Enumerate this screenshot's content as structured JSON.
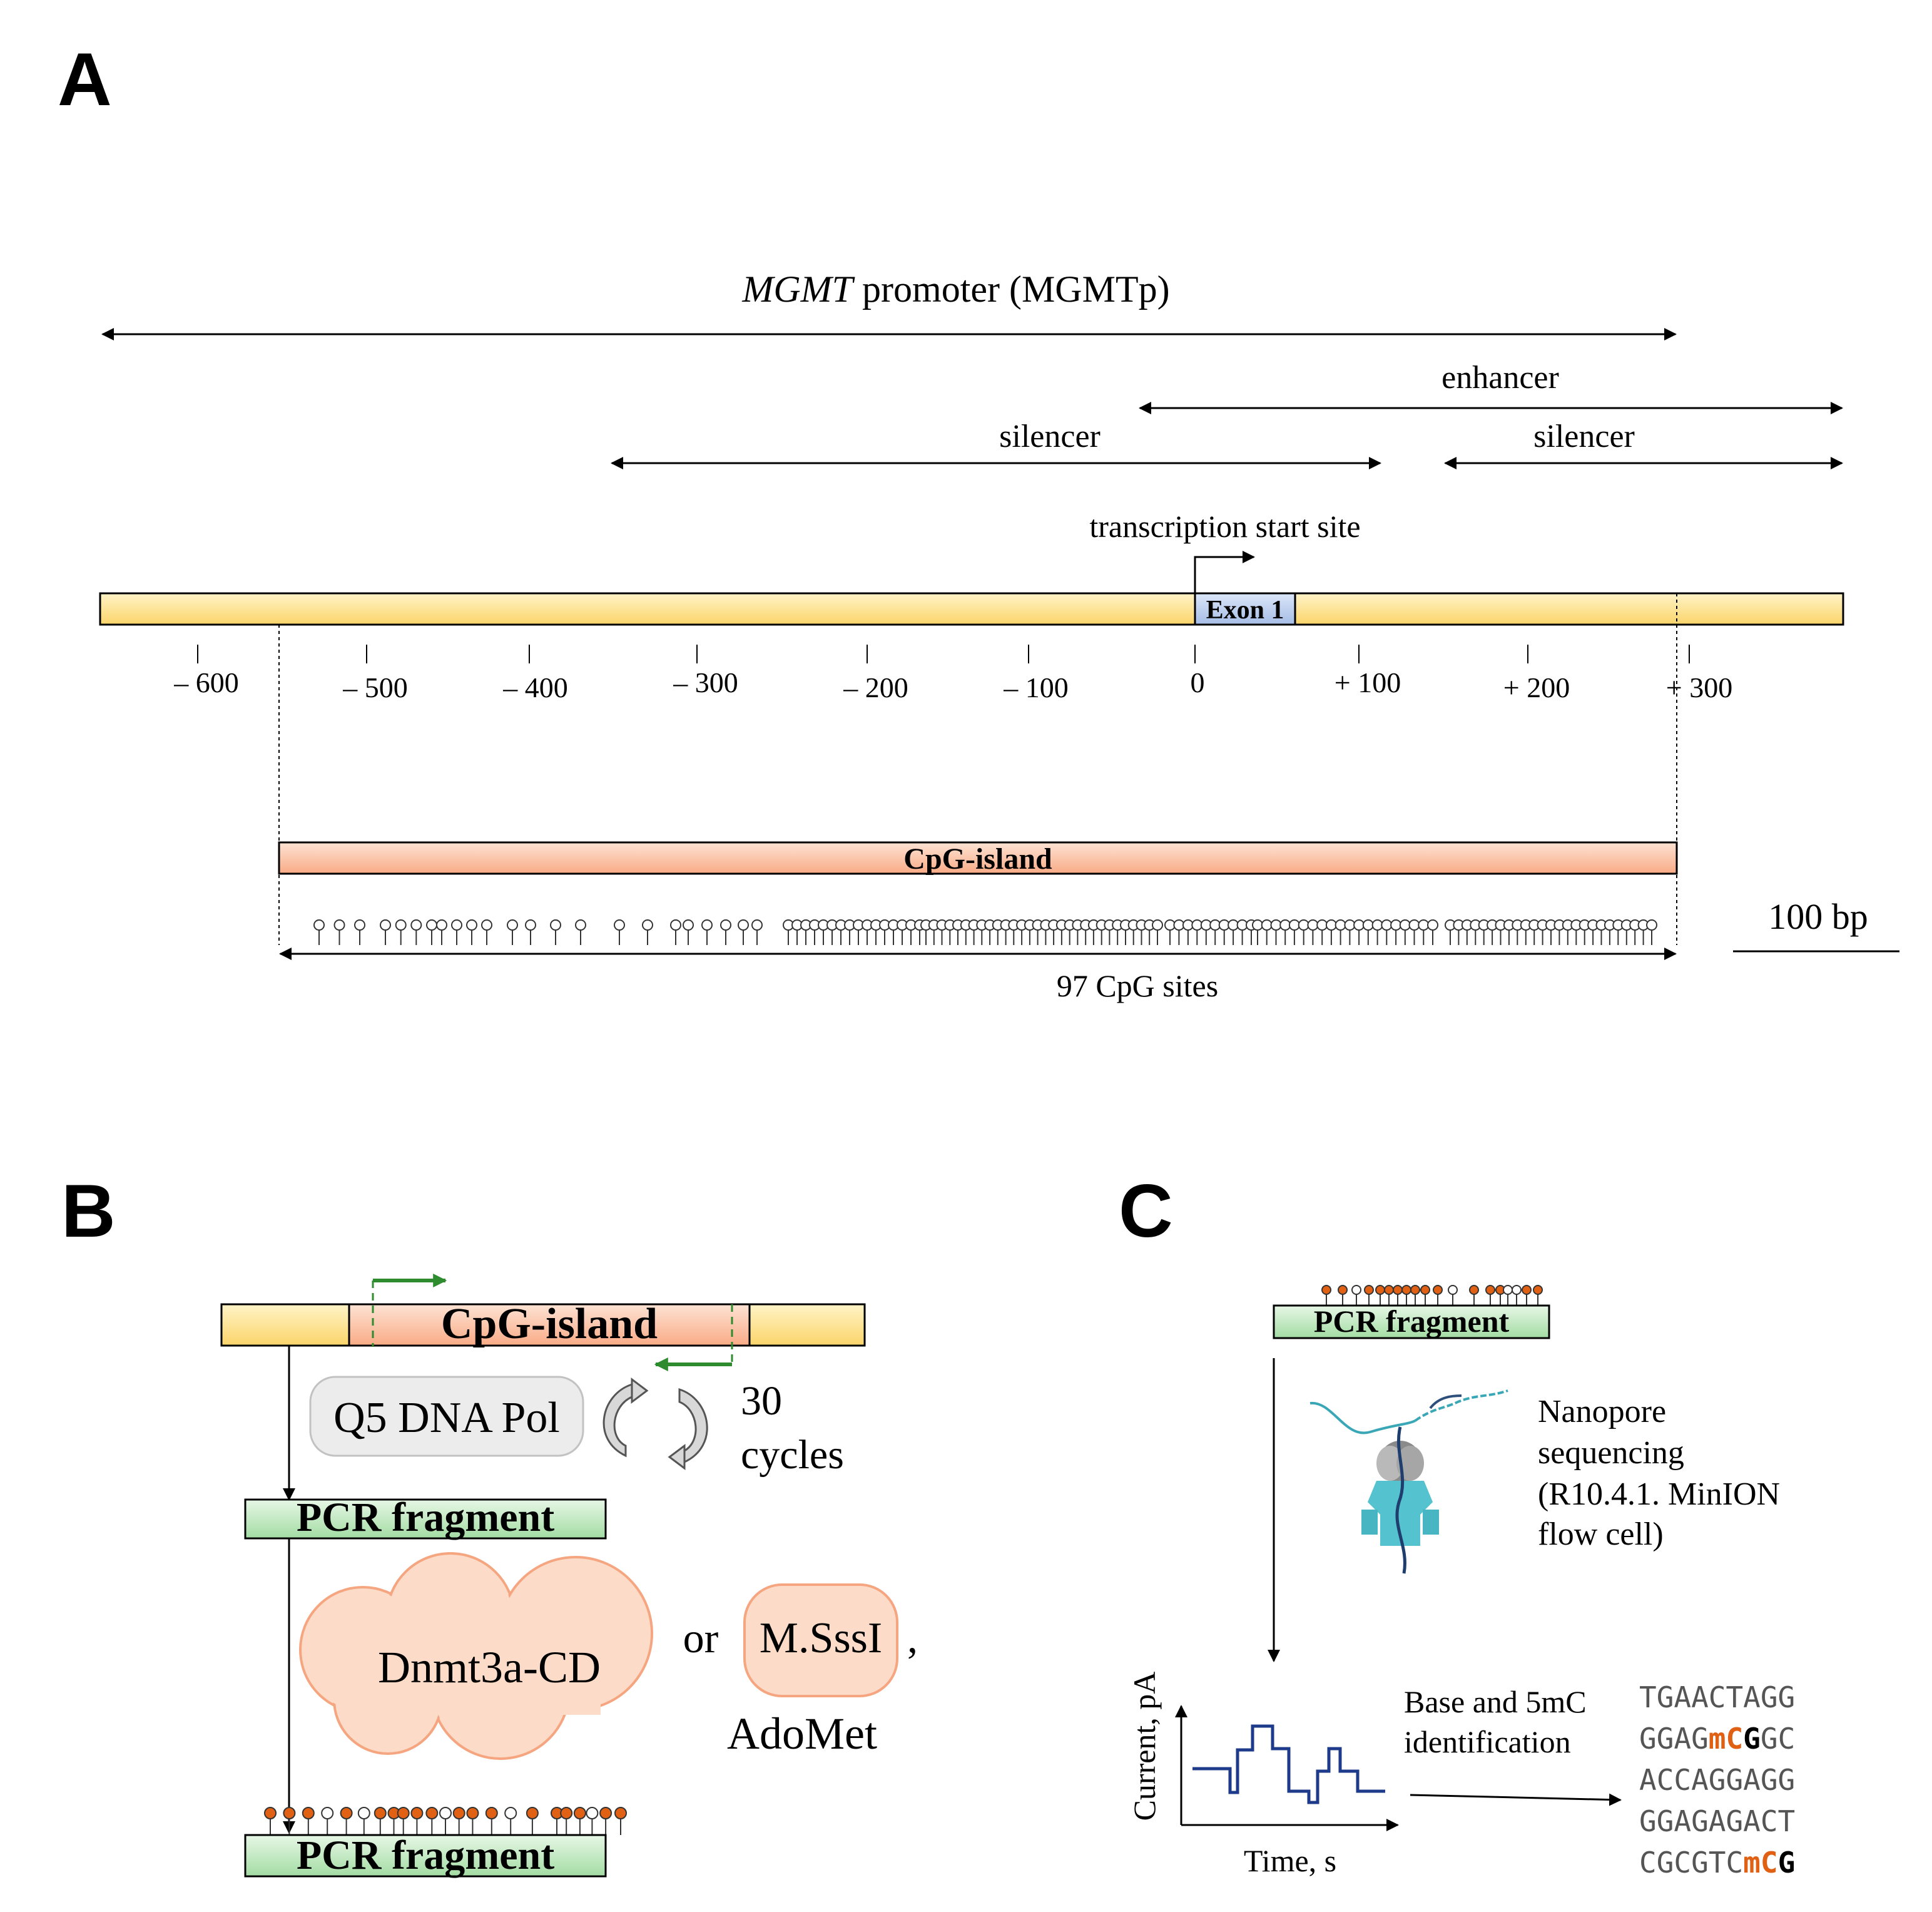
{
  "panels": {
    "a": {
      "label": "A"
    },
    "b": {
      "label": "B"
    },
    "c": {
      "label": "C"
    }
  },
  "panel_a": {
    "promoter": {
      "italic": "MGMT",
      "rest": " promoter (MGMTp)"
    },
    "enhancer": "enhancer",
    "silencer_left": "silencer",
    "silencer_right": "silencer",
    "tss": "transcription  start site",
    "exon": "Exon 1",
    "ticks": [
      "– 600",
      "– 500",
      "– 400",
      "– 300",
      "– 200",
      "– 100",
      "0",
      "+ 100",
      "+ 200",
      "+ 300"
    ],
    "cpg_island": "CpG-island",
    "scale": "100 bp",
    "cpg_sites": "97 CpG sites"
  },
  "panel_b": {
    "cpg_island": "CpG-island",
    "polymerase": "Q5 DNA Pol",
    "cycles_number": "30",
    "cycles_word": "cycles",
    "pcr_fragment_1": "PCR fragment",
    "enzyme_1": "Dnmt3a-CD",
    "or": "or",
    "enzyme_2": "M.SssI",
    "comma": ",",
    "cofactor": "AdoMet",
    "pcr_fragment_2": "PCR fragment"
  },
  "panel_c": {
    "pcr_fragment": "PCR fragment",
    "nanopore_lines": [
      "Nanopore",
      "sequencing",
      "(R10.4.1. MinION",
      "flow cell)"
    ],
    "ylabel": "Current, pA",
    "xlabel": "Time, s",
    "identification_lines": [
      "Base and 5mC",
      "identification"
    ],
    "sequence_lines": [
      [
        {
          "t": "TGAACTAGG",
          "s": "n"
        }
      ],
      [
        {
          "t": "GGAG",
          "s": "n"
        },
        {
          "t": "mC",
          "s": "m"
        },
        {
          "t": "G",
          "s": "g"
        },
        {
          "t": "GC",
          "s": "n"
        }
      ],
      [
        {
          "t": "ACCAGGAGG",
          "s": "n"
        }
      ],
      [
        {
          "t": "GGAGAGACT",
          "s": "n"
        }
      ],
      [
        {
          "t": "CGCGTC",
          "s": "n"
        },
        {
          "t": "mC",
          "s": "m"
        },
        {
          "t": "G",
          "s": "g"
        }
      ]
    ]
  },
  "colors": {
    "promoter_bar": "#fde68a",
    "exon_box": "#b9cdee",
    "cpg_island": "#fbbf9f",
    "pcr_fragment": "#bfe8c0",
    "primer_green": "#2e8b2e",
    "methylated": "#e06014",
    "enzyme_fill": "#fcdcc8",
    "pol_fill": "#ececec",
    "trace": "#1e3a8a"
  }
}
